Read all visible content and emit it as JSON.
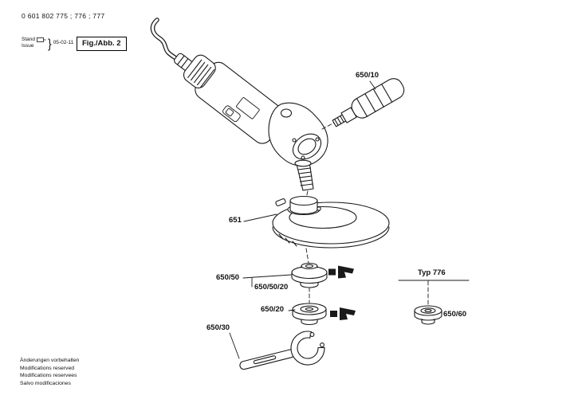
{
  "header": {
    "part_numbers": "0 601 802 775 ; 776 ; 777",
    "stand_label": "Stand",
    "issue_label": "Issue",
    "issue_date": "05-02-11",
    "brace": "}",
    "figure_label": "Fig./Abb. 2"
  },
  "labels": {
    "side_handle": "650/10",
    "guard": "651",
    "inner_flange": "650/50",
    "flange_set": "650/50/20",
    "backing_flange": "650/20",
    "wrench": "650/30",
    "type_variant": "Typ 776",
    "clamp_nut": "650/60"
  },
  "footer": {
    "lines": [
      "Änderungen vorbehalten",
      "Modifications reserved",
      "Modifications reservees",
      "Salvo modificaciones"
    ]
  }
}
